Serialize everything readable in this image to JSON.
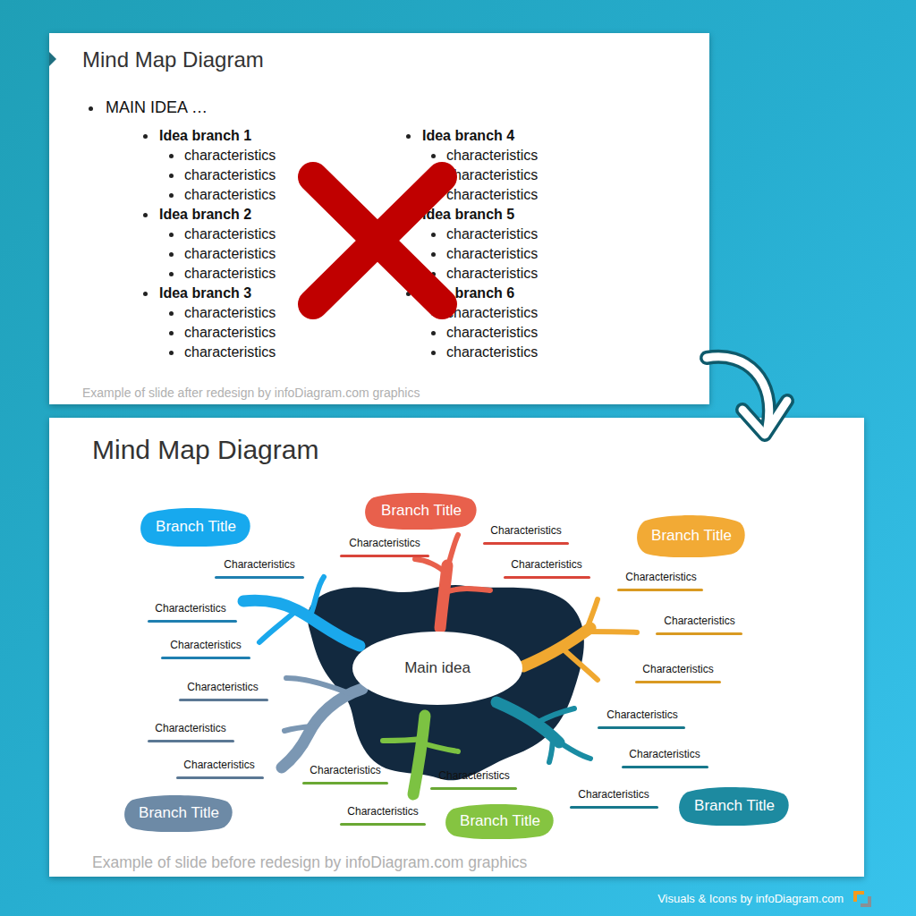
{
  "diagram": {
    "caption": "Visuals & Icons by infoDiagram.com",
    "nodes": [
      {
        "text": [
          "Mind Map Diagram",
          "Example of slide after redesign by infoDiagram.com graphics"
        ]
      },
      {
        "text": [
          "Mind Map Diagram",
          "Example of slide before redesign by infoDiagram.com graphics"
        ]
      },
      {
        "text": [
          "Branch Title"
        ],
        "in": 1
      },
      {
        "text": [
          "Branch Title"
        ],
        "in": 1
      },
      {
        "text": [
          "Branch Title"
        ],
        "in": 1
      },
      {
        "text": [
          "Main idea"
        ],
        "in": 1
      },
      {
        "text": [
          "Branch Title"
        ],
        "in": 1
      },
      {
        "text": [
          "Branch Title"
        ],
        "in": 1
      },
      {
        "text": [
          "Branch Title"
        ],
        "in": 1
      }
    ],
    "labels": [
      "MAIN IDEA …",
      "Idea branch 1",
      "characteristics",
      "characteristics",
      "characteristics",
      "Idea branch 2",
      "characteristics",
      "characteristics",
      "characteristics",
      "Idea branch 3",
      "characteristics",
      "characteristics",
      "characteristics",
      "Idea branch 4",
      "characteristics",
      "characteristics",
      "characteristics",
      "Idea branch 5",
      "characteristics",
      "characteristics",
      "characteristics",
      "Idea branch 6",
      "characteristics",
      "characteristics",
      "characteristics",
      "Characteristics",
      "Characteristics",
      "Characteristics",
      "Characteristics",
      "Characteristics",
      "Characteristics",
      "Characteristics",
      "Characteristics",
      "Characteristics",
      "Characteristics",
      "Characteristics",
      "Characteristics",
      "Characteristics",
      "Characteristics",
      "Characteristics",
      "Characteristics",
      "Characteristics",
      "Characteristics"
    ]
  }
}
